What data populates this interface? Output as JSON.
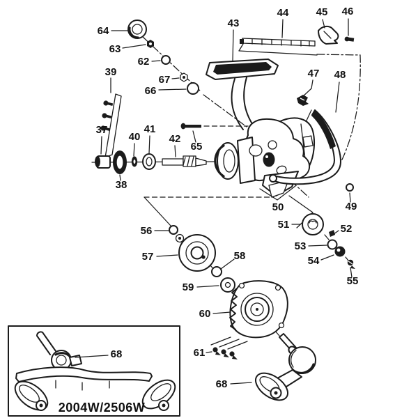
{
  "colors": {
    "ink": "#1b1b1b",
    "background": "#ffffff"
  },
  "labels": {
    "l37": "37",
    "l38": "38",
    "l39": "39",
    "l40": "40",
    "l41": "41",
    "l42": "42",
    "l43": "43",
    "l44": "44",
    "l45": "45",
    "l46": "46",
    "l47": "47",
    "l48": "48",
    "l49": "49",
    "l50": "50",
    "l51": "51",
    "l52": "52",
    "l53": "53",
    "l54": "54",
    "l55": "55",
    "l56": "56",
    "l57": "57",
    "l58": "58",
    "l59": "59",
    "l60": "60",
    "l61": "61",
    "l62": "62",
    "l63": "63",
    "l64": "64",
    "l65": "65",
    "l66": "66",
    "l67": "67",
    "l68_handle": "68",
    "l68_inset": "68"
  },
  "inset": {
    "model_label": "2004W/2506W"
  }
}
